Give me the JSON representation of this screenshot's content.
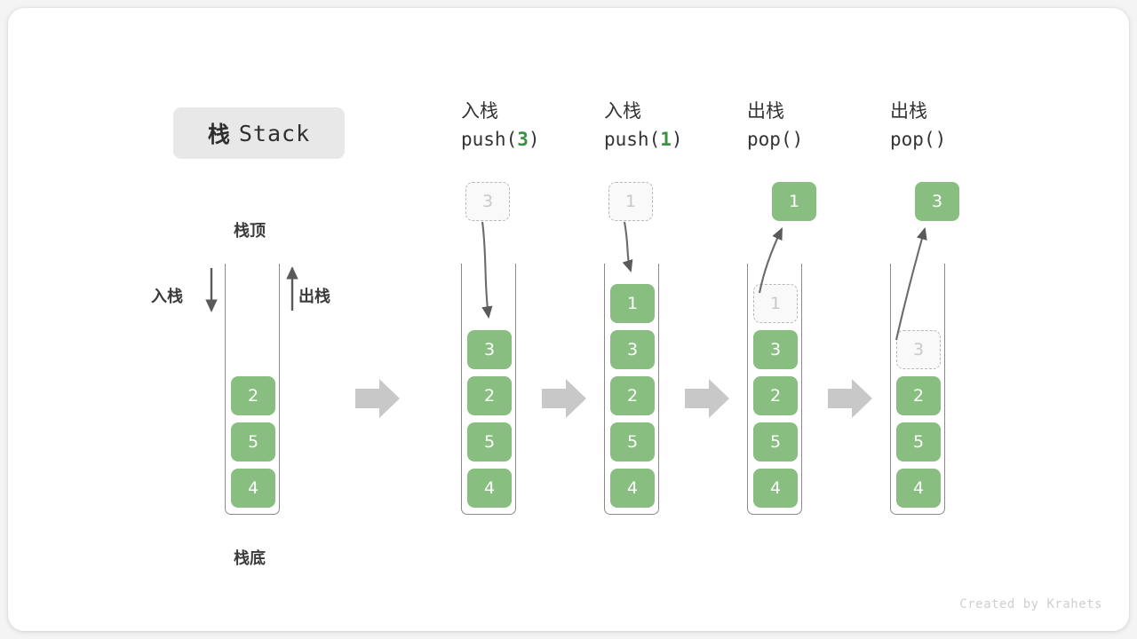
{
  "figure": {
    "title_cn": "栈",
    "title_en": "Stack",
    "watermark": "Created by Krahets",
    "accent_green": "#88bf80",
    "accent_green_text": "#3a9143",
    "ghost_gray": "#c9c9c9",
    "arrow_gray": "#5a5a5a",
    "flow_arrow_gray": "#c8c8c8"
  },
  "legend": {
    "top_label": "栈顶",
    "bottom_label": "栈底",
    "push_label": "入栈",
    "pop_label": "出栈"
  },
  "initial_stack": {
    "name": "initial",
    "cells": [
      {
        "value": "2",
        "state": "filled"
      },
      {
        "value": "5",
        "state": "filled"
      },
      {
        "value": "4",
        "state": "filled"
      }
    ]
  },
  "steps": [
    {
      "id": "push-3",
      "op_cn": "入栈",
      "op_name": "push",
      "op_arg": "3",
      "op_open": "(",
      "op_close": ")",
      "float_box": {
        "value": "3",
        "state": "ghost"
      },
      "arrow_direction": "down",
      "cells": [
        {
          "value": "3",
          "state": "filled"
        },
        {
          "value": "2",
          "state": "filled"
        },
        {
          "value": "5",
          "state": "filled"
        },
        {
          "value": "4",
          "state": "filled"
        }
      ]
    },
    {
      "id": "push-1",
      "op_cn": "入栈",
      "op_name": "push",
      "op_arg": "1",
      "op_open": "(",
      "op_close": ")",
      "float_box": {
        "value": "1",
        "state": "ghost"
      },
      "arrow_direction": "down",
      "cells": [
        {
          "value": "1",
          "state": "filled"
        },
        {
          "value": "3",
          "state": "filled"
        },
        {
          "value": "2",
          "state": "filled"
        },
        {
          "value": "5",
          "state": "filled"
        },
        {
          "value": "4",
          "state": "filled"
        }
      ]
    },
    {
      "id": "pop-1",
      "op_cn": "出栈",
      "op_name": "pop",
      "op_arg": "",
      "op_open": "(",
      "op_close": ")",
      "float_box": {
        "value": "1",
        "state": "filled"
      },
      "arrow_direction": "up",
      "cells": [
        {
          "value": "1",
          "state": "ghost"
        },
        {
          "value": "3",
          "state": "filled"
        },
        {
          "value": "2",
          "state": "filled"
        },
        {
          "value": "5",
          "state": "filled"
        },
        {
          "value": "4",
          "state": "filled"
        }
      ]
    },
    {
      "id": "pop-2",
      "op_cn": "出栈",
      "op_name": "pop",
      "op_arg": "",
      "op_open": "(",
      "op_close": ")",
      "float_box": {
        "value": "3",
        "state": "filled"
      },
      "arrow_direction": "up",
      "cells": [
        {
          "value": "3",
          "state": "ghost"
        },
        {
          "value": "2",
          "state": "filled"
        },
        {
          "value": "5",
          "state": "filled"
        },
        {
          "value": "4",
          "state": "filled"
        }
      ]
    }
  ]
}
